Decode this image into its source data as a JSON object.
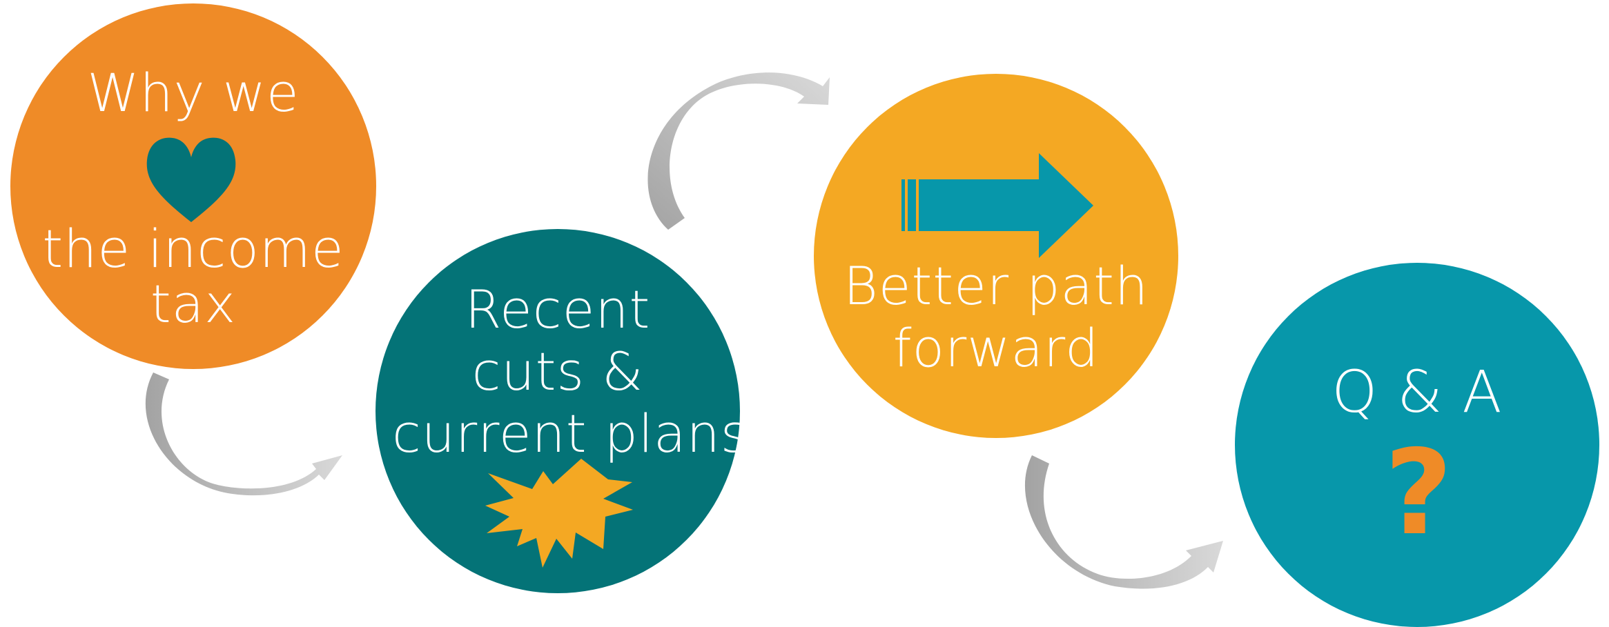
{
  "colors": {
    "orange": "#ef8b27",
    "teal_dark": "#047377",
    "gold": "#f4a823",
    "teal_light": "#0797aa",
    "arrow_gray": "#a9a9a9",
    "arrow_gray_light": "#d2d2d2",
    "text": "#ffffff"
  },
  "steps": [
    {
      "lines": [
        "Why we",
        "the income",
        "tax"
      ],
      "icon": "heart-icon",
      "color": "orange"
    },
    {
      "lines": [
        "Recent",
        "cuts &",
        "current plans"
      ],
      "icon": "starburst-icon",
      "color": "teal_dark"
    },
    {
      "lines": [
        "Better path",
        "forward"
      ],
      "icon": "right-arrow-icon",
      "color": "gold"
    },
    {
      "lines": [
        "Q & A"
      ],
      "icon": "question-mark-icon",
      "symbol": "?",
      "color": "teal_light"
    }
  ]
}
